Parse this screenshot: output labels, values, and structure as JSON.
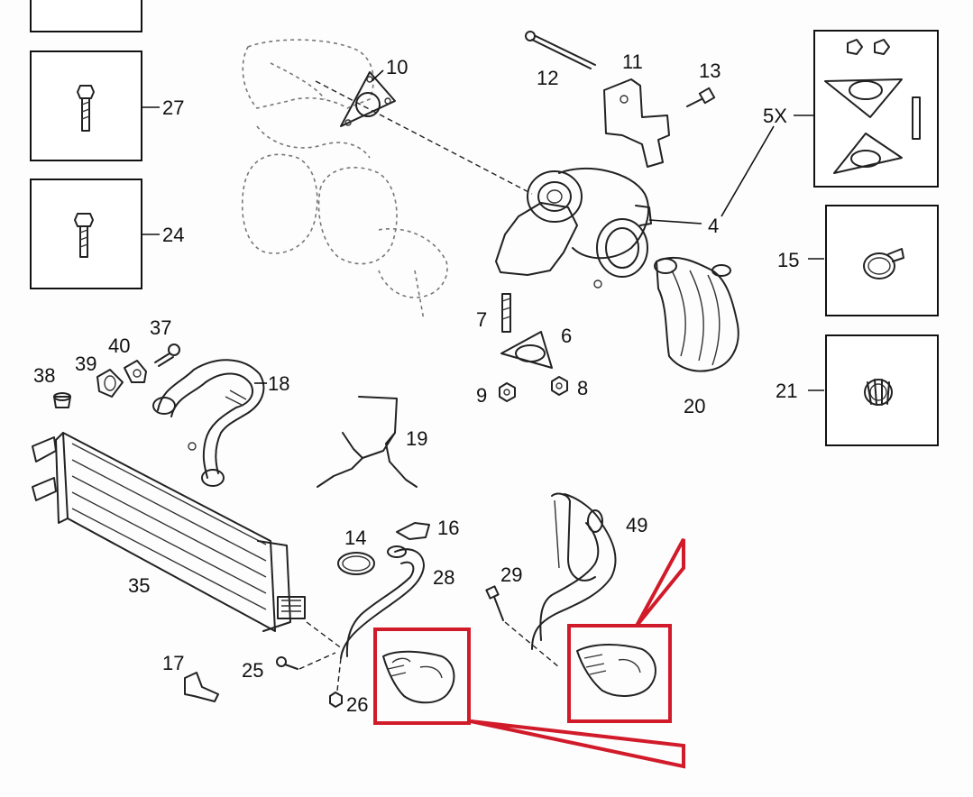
{
  "part_labels": {
    "p27": "27",
    "p24": "24",
    "p10": "10",
    "p12": "12",
    "p11": "11",
    "p13": "13",
    "p5x": "5X",
    "p4": "4",
    "p15": "15",
    "p21": "21",
    "p7": "7",
    "p6": "6",
    "p9": "9",
    "p8": "8",
    "p20": "20",
    "p37": "37",
    "p40": "40",
    "p39": "39",
    "p38": "38",
    "p18": "18",
    "p19": "19",
    "p35": "35",
    "p14": "14",
    "p16": "16",
    "p28": "28",
    "p29": "29",
    "p49": "49",
    "p17": "17",
    "p25": "25",
    "p26": "26"
  },
  "highlight": {
    "color": "#d11b2a"
  }
}
